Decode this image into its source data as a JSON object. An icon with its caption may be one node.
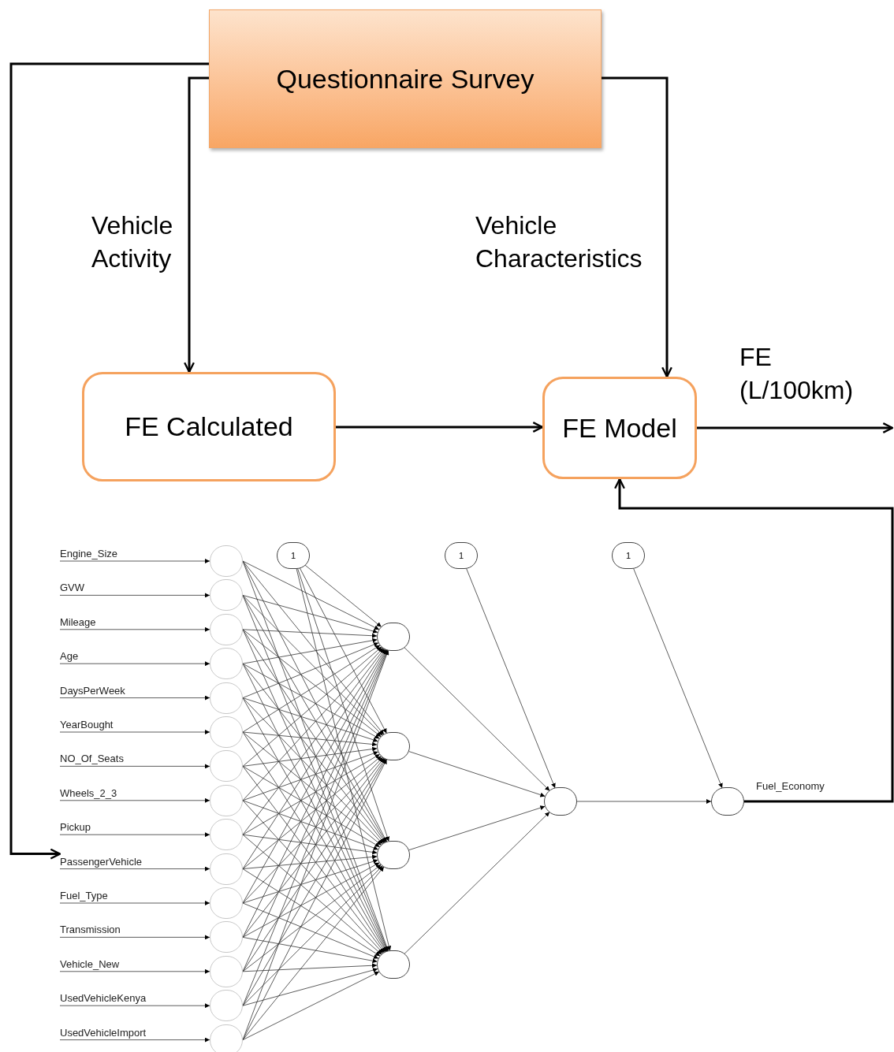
{
  "diagram": {
    "nodes": [
      {
        "text": [
          "Questionnaire Survey"
        ]
      },
      {
        "text": [
          "FE Calculated"
        ]
      },
      {
        "text": [
          "FE Model"
        ]
      },
      {
        "text": [
          "Engine_Size"
        ]
      },
      {
        "text": [
          "GVW"
        ]
      },
      {
        "text": [
          "Mileage"
        ]
      },
      {
        "text": [
          "Age"
        ]
      },
      {
        "text": [
          "DaysPerWeek"
        ]
      },
      {
        "text": [
          "YearBought"
        ]
      },
      {
        "text": [
          "NO_Of_Seats"
        ]
      },
      {
        "text": [
          "Wheels_2_3"
        ]
      },
      {
        "text": [
          "Pickup"
        ]
      },
      {
        "text": [
          "PassengerVehicle"
        ]
      },
      {
        "text": [
          "Fuel_Type"
        ]
      },
      {
        "text": [
          "Transmission"
        ]
      },
      {
        "text": [
          "Vehicle_New"
        ]
      },
      {
        "text": [
          "UsedVehicleKenya"
        ]
      },
      {
        "text": [
          "UsedVehicleImport"
        ]
      },
      {
        "text": [],
        "shape": "circle"
      },
      {
        "text": [],
        "shape": "circle"
      },
      {
        "text": [],
        "shape": "circle"
      },
      {
        "text": [],
        "shape": "circle"
      },
      {
        "text": [],
        "shape": "circle"
      },
      {
        "text": [],
        "shape": "circle"
      },
      {
        "text": [],
        "shape": "circle"
      },
      {
        "text": [],
        "shape": "circle"
      },
      {
        "text": [],
        "shape": "circle"
      },
      {
        "text": [],
        "shape": "circle"
      },
      {
        "text": [],
        "shape": "circle"
      },
      {
        "text": [],
        "shape": "circle"
      },
      {
        "text": [],
        "shape": "circle"
      },
      {
        "text": [],
        "shape": "circle"
      },
      {
        "text": [],
        "shape": "circle"
      },
      {
        "text": [
          "1"
        ]
      },
      {
        "text": [],
        "shape": "circle"
      },
      {
        "text": [],
        "shape": "circle"
      },
      {
        "text": [],
        "shape": "circle"
      },
      {
        "text": [],
        "shape": "circle"
      },
      {
        "text": [
          "1"
        ]
      },
      {
        "text": [],
        "shape": "circle"
      },
      {
        "text": [
          "1"
        ]
      },
      {
        "text": [],
        "shape": "circle",
        "beside": [
          "Fuel_Economy"
        ]
      }
    ],
    "edges": [
      {
        "from": 0,
        "to": 1,
        "arrow": "to",
        "label": "Vehicle Activity",
        "style": "thick"
      },
      {
        "from": 0,
        "to": 2,
        "arrow": "to",
        "label": "Vehicle Characteristics",
        "style": "thick"
      },
      {
        "from": 0,
        "to": 12,
        "arrow": "to",
        "style": "thick"
      },
      {
        "from": 1,
        "to": 2,
        "arrow": "to",
        "style": "thick"
      },
      {
        "from": 2,
        "to": null,
        "arrow": "to",
        "label": "FE (L/100km)",
        "style": "thick"
      },
      {
        "from": 41,
        "to": 2,
        "arrow": "to",
        "style": "thick"
      },
      {
        "from": 3,
        "to": 18,
        "arrow": "to"
      },
      {
        "from": 4,
        "to": 19,
        "arrow": "to"
      },
      {
        "from": 5,
        "to": 20,
        "arrow": "to"
      },
      {
        "from": 6,
        "to": 21,
        "arrow": "to"
      },
      {
        "from": 7,
        "to": 22,
        "arrow": "to"
      },
      {
        "from": 8,
        "to": 23,
        "arrow": "to"
      },
      {
        "from": 9,
        "to": 24,
        "arrow": "to"
      },
      {
        "from": 10,
        "to": 25,
        "arrow": "to"
      },
      {
        "from": 11,
        "to": 26,
        "arrow": "to"
      },
      {
        "from": 12,
        "to": 27,
        "arrow": "to"
      },
      {
        "from": 13,
        "to": 28,
        "arrow": "to"
      },
      {
        "from": 14,
        "to": 29,
        "arrow": "to"
      },
      {
        "from": 15,
        "to": 30,
        "arrow": "to"
      },
      {
        "from": 16,
        "to": 31,
        "arrow": "to"
      },
      {
        "from": 17,
        "to": 32,
        "arrow": "to"
      },
      {
        "from": 18,
        "to": 34,
        "arrow": "to"
      },
      {
        "from": 18,
        "to": 35,
        "arrow": "to"
      },
      {
        "from": 18,
        "to": 36,
        "arrow": "to"
      },
      {
        "from": 18,
        "to": 37,
        "arrow": "to"
      },
      {
        "from": 19,
        "to": 34,
        "arrow": "to"
      },
      {
        "from": 19,
        "to": 35,
        "arrow": "to"
      },
      {
        "from": 19,
        "to": 36,
        "arrow": "to"
      },
      {
        "from": 19,
        "to": 37,
        "arrow": "to"
      },
      {
        "from": 20,
        "to": 34,
        "arrow": "to"
      },
      {
        "from": 20,
        "to": 35,
        "arrow": "to"
      },
      {
        "from": 20,
        "to": 36,
        "arrow": "to"
      },
      {
        "from": 20,
        "to": 37,
        "arrow": "to"
      },
      {
        "from": 21,
        "to": 34,
        "arrow": "to"
      },
      {
        "from": 21,
        "to": 35,
        "arrow": "to"
      },
      {
        "from": 21,
        "to": 36,
        "arrow": "to"
      },
      {
        "from": 21,
        "to": 37,
        "arrow": "to"
      },
      {
        "from": 22,
        "to": 34,
        "arrow": "to"
      },
      {
        "from": 22,
        "to": 35,
        "arrow": "to"
      },
      {
        "from": 22,
        "to": 36,
        "arrow": "to"
      },
      {
        "from": 22,
        "to": 37,
        "arrow": "to"
      },
      {
        "from": 23,
        "to": 34,
        "arrow": "to"
      },
      {
        "from": 23,
        "to": 35,
        "arrow": "to"
      },
      {
        "from": 23,
        "to": 36,
        "arrow": "to"
      },
      {
        "from": 23,
        "to": 37,
        "arrow": "to"
      },
      {
        "from": 24,
        "to": 34,
        "arrow": "to"
      },
      {
        "from": 24,
        "to": 35,
        "arrow": "to"
      },
      {
        "from": 24,
        "to": 36,
        "arrow": "to"
      },
      {
        "from": 24,
        "to": 37,
        "arrow": "to"
      },
      {
        "from": 25,
        "to": 34,
        "arrow": "to"
      },
      {
        "from": 25,
        "to": 35,
        "arrow": "to"
      },
      {
        "from": 25,
        "to": 36,
        "arrow": "to"
      },
      {
        "from": 25,
        "to": 37,
        "arrow": "to"
      },
      {
        "from": 26,
        "to": 34,
        "arrow": "to"
      },
      {
        "from": 26,
        "to": 35,
        "arrow": "to"
      },
      {
        "from": 26,
        "to": 36,
        "arrow": "to"
      },
      {
        "from": 26,
        "to": 37,
        "arrow": "to"
      },
      {
        "from": 27,
        "to": 34,
        "arrow": "to"
      },
      {
        "from": 27,
        "to": 35,
        "arrow": "to"
      },
      {
        "from": 27,
        "to": 36,
        "arrow": "to"
      },
      {
        "from": 27,
        "to": 37,
        "arrow": "to"
      },
      {
        "from": 28,
        "to": 34,
        "arrow": "to"
      },
      {
        "from": 28,
        "to": 35,
        "arrow": "to"
      },
      {
        "from": 28,
        "to": 36,
        "arrow": "to"
      },
      {
        "from": 28,
        "to": 37,
        "arrow": "to"
      },
      {
        "from": 29,
        "to": 34,
        "arrow": "to"
      },
      {
        "from": 29,
        "to": 35,
        "arrow": "to"
      },
      {
        "from": 29,
        "to": 36,
        "arrow": "to"
      },
      {
        "from": 29,
        "to": 37,
        "arrow": "to"
      },
      {
        "from": 30,
        "to": 34,
        "arrow": "to"
      },
      {
        "from": 30,
        "to": 35,
        "arrow": "to"
      },
      {
        "from": 30,
        "to": 36,
        "arrow": "to"
      },
      {
        "from": 30,
        "to": 37,
        "arrow": "to"
      },
      {
        "from": 31,
        "to": 34,
        "arrow": "to"
      },
      {
        "from": 31,
        "to": 35,
        "arrow": "to"
      },
      {
        "from": 31,
        "to": 36,
        "arrow": "to"
      },
      {
        "from": 31,
        "to": 37,
        "arrow": "to"
      },
      {
        "from": 32,
        "to": 34,
        "arrow": "to"
      },
      {
        "from": 32,
        "to": 35,
        "arrow": "to"
      },
      {
        "from": 32,
        "to": 36,
        "arrow": "to"
      },
      {
        "from": 32,
        "to": 37,
        "arrow": "to"
      },
      {
        "from": 33,
        "to": 34,
        "arrow": "to"
      },
      {
        "from": 33,
        "to": 35,
        "arrow": "to"
      },
      {
        "from": 33,
        "to": 36,
        "arrow": "to"
      },
      {
        "from": 33,
        "to": 37,
        "arrow": "to"
      },
      {
        "from": 34,
        "to": 39,
        "arrow": "to"
      },
      {
        "from": 35,
        "to": 39,
        "arrow": "to"
      },
      {
        "from": 36,
        "to": 39,
        "arrow": "to"
      },
      {
        "from": 37,
        "to": 39,
        "arrow": "to"
      },
      {
        "from": 38,
        "to": 39,
        "arrow": "to"
      },
      {
        "from": 39,
        "to": 41,
        "arrow": "to"
      },
      {
        "from": 40,
        "to": 41,
        "arrow": "to"
      }
    ]
  }
}
